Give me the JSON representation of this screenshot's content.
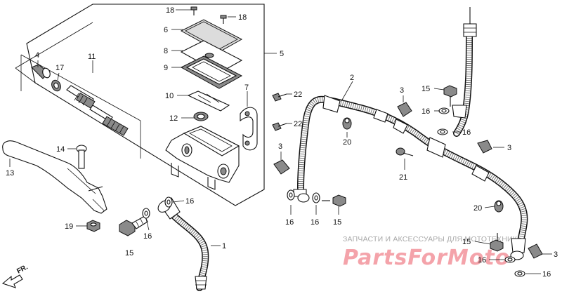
{
  "callouts": {
    "c1": "1",
    "c2": "2",
    "c3a": "3",
    "c3b": "3",
    "c3c": "3",
    "c3d": "3",
    "c4": "4",
    "c5": "5",
    "c6": "6",
    "c7": "7",
    "c8": "8",
    "c9": "9",
    "c10": "10",
    "c11": "11",
    "c12": "12",
    "c13": "13",
    "c14": "14",
    "c15a": "15",
    "c15b": "15",
    "c15c": "15",
    "c15d": "15",
    "c16a": "16",
    "c16b": "16",
    "c16c": "16",
    "c16d": "16",
    "c16e": "16",
    "c16f": "16",
    "c16g": "16",
    "c17": "17",
    "c18a": "18",
    "c18b": "18",
    "c19": "19",
    "c20a": "20",
    "c20b": "20",
    "c21": "21",
    "c22a": "22",
    "c22b": "22"
  },
  "direction_marker": "FR.",
  "watermark": {
    "caption": "ЗАПЧАСТИ И АКСЕССУАРЫ ДЛЯ МОТОТЕХНИКИ",
    "brand": "PartsForMoto"
  },
  "colors": {
    "line": "#111111",
    "watermark_brand": "#f4a3aa",
    "watermark_caption": "#a9a9a9"
  }
}
